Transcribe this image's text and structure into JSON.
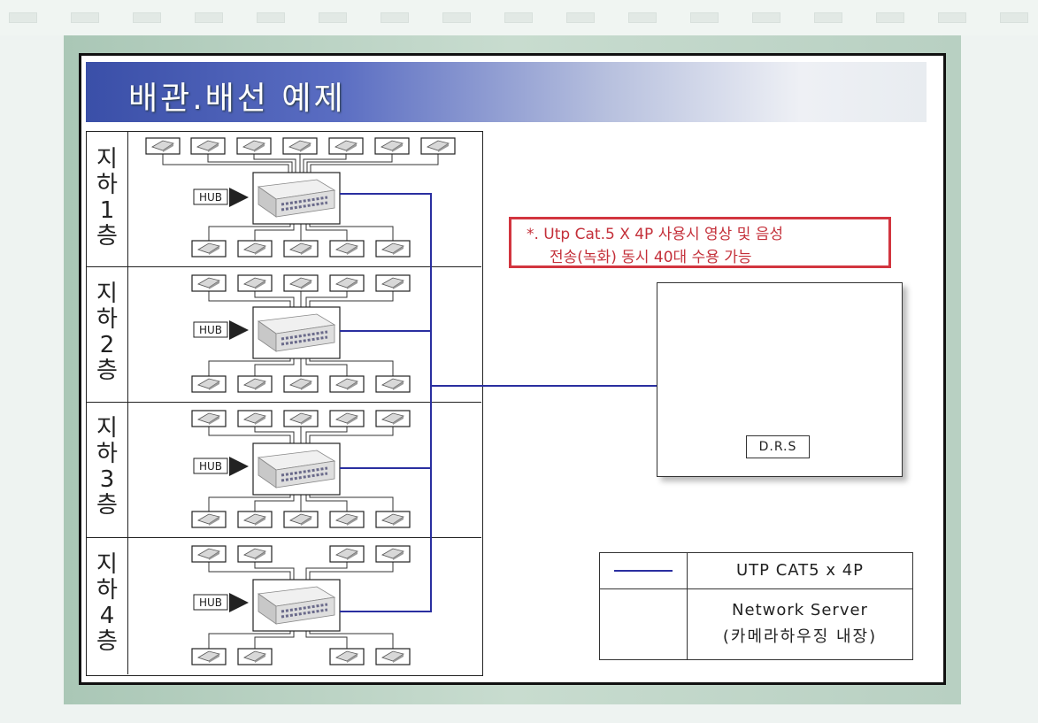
{
  "title": "배관.배선 예제",
  "floors": [
    {
      "chars": [
        "지",
        "하",
        "1",
        "층"
      ],
      "hub_label": "HUB"
    },
    {
      "chars": [
        "지",
        "하",
        "2",
        "층"
      ],
      "hub_label": "HUB"
    },
    {
      "chars": [
        "지",
        "하",
        "3",
        "층"
      ],
      "hub_label": "HUB"
    },
    {
      "chars": [
        "지",
        "하",
        "4",
        "층"
      ],
      "hub_label": "HUB"
    }
  ],
  "callout": {
    "line1": "*. Utp Cat.5 X 4P 사용시 영상 및 음성",
    "line2": "전송(녹화) 동시 40대 수용 가능"
  },
  "drs_label": "D.R.S",
  "legend": {
    "cable_label": "UTP CAT5 x 4P",
    "server_label_1": "Network Server",
    "server_label_2": "(카메라하우징 내장)"
  },
  "colors": {
    "title_band": "#3a4fa8",
    "cable": "#2a2fa0",
    "callout_border": "#d2353f",
    "callout_text": "#c4303a"
  }
}
